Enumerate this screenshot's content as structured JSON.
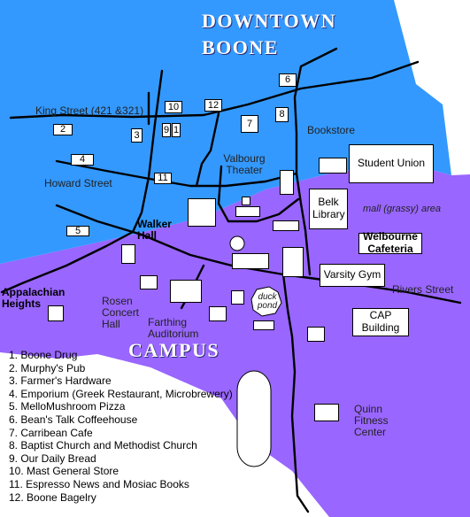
{
  "map": {
    "title_line1": "DOWNTOWN",
    "title_line2": "BOONE",
    "campus_title": "CAMPUS",
    "colors": {
      "downtown": "#3399ff",
      "campus": "#9966ff",
      "title_text": "#ffffff"
    },
    "streets": {
      "king": "King Street (421 &321)",
      "howard": "Howard Street",
      "rivers": "Rivers Street"
    },
    "numbers": [
      "1",
      "2",
      "3",
      "4",
      "5",
      "6",
      "7",
      "8",
      "9",
      "10",
      "11",
      "12"
    ],
    "buildings": {
      "bookstore": "Bookstore",
      "student_union": "Student Union",
      "valbourg": "Valbourg Theater",
      "belk": "Belk Library",
      "mall": "mall (grassy) area",
      "walker": "Walker Hall",
      "welbourne": "Welbourne Cafeteria",
      "varsity": "Varsity Gym",
      "rosen": "Rosen Concert Hall",
      "farthing": "Farthing Auditorium",
      "duck_pond": "duck pond",
      "cap": "CAP Building",
      "appalachian": "Appalachian Heights",
      "quinn": "Quinn Fitness Center"
    },
    "legend": [
      "1.  Boone Drug",
      "2.  Murphy's Pub",
      "3.  Farmer's Hardware",
      "4.  Emporium (Greek Restaurant, Microbrewery)",
      "5.  MelloMushroom Pizza",
      "6.  Bean's Talk Coffeehouse",
      "7.  Carribean Cafe",
      "8.  Baptist Church and Methodist Church",
      "9.  Our Daily Bread",
      "10. Mast General Store",
      "11. Espresso News and Mosiac Books",
      "12. Boone Bagelry"
    ]
  }
}
